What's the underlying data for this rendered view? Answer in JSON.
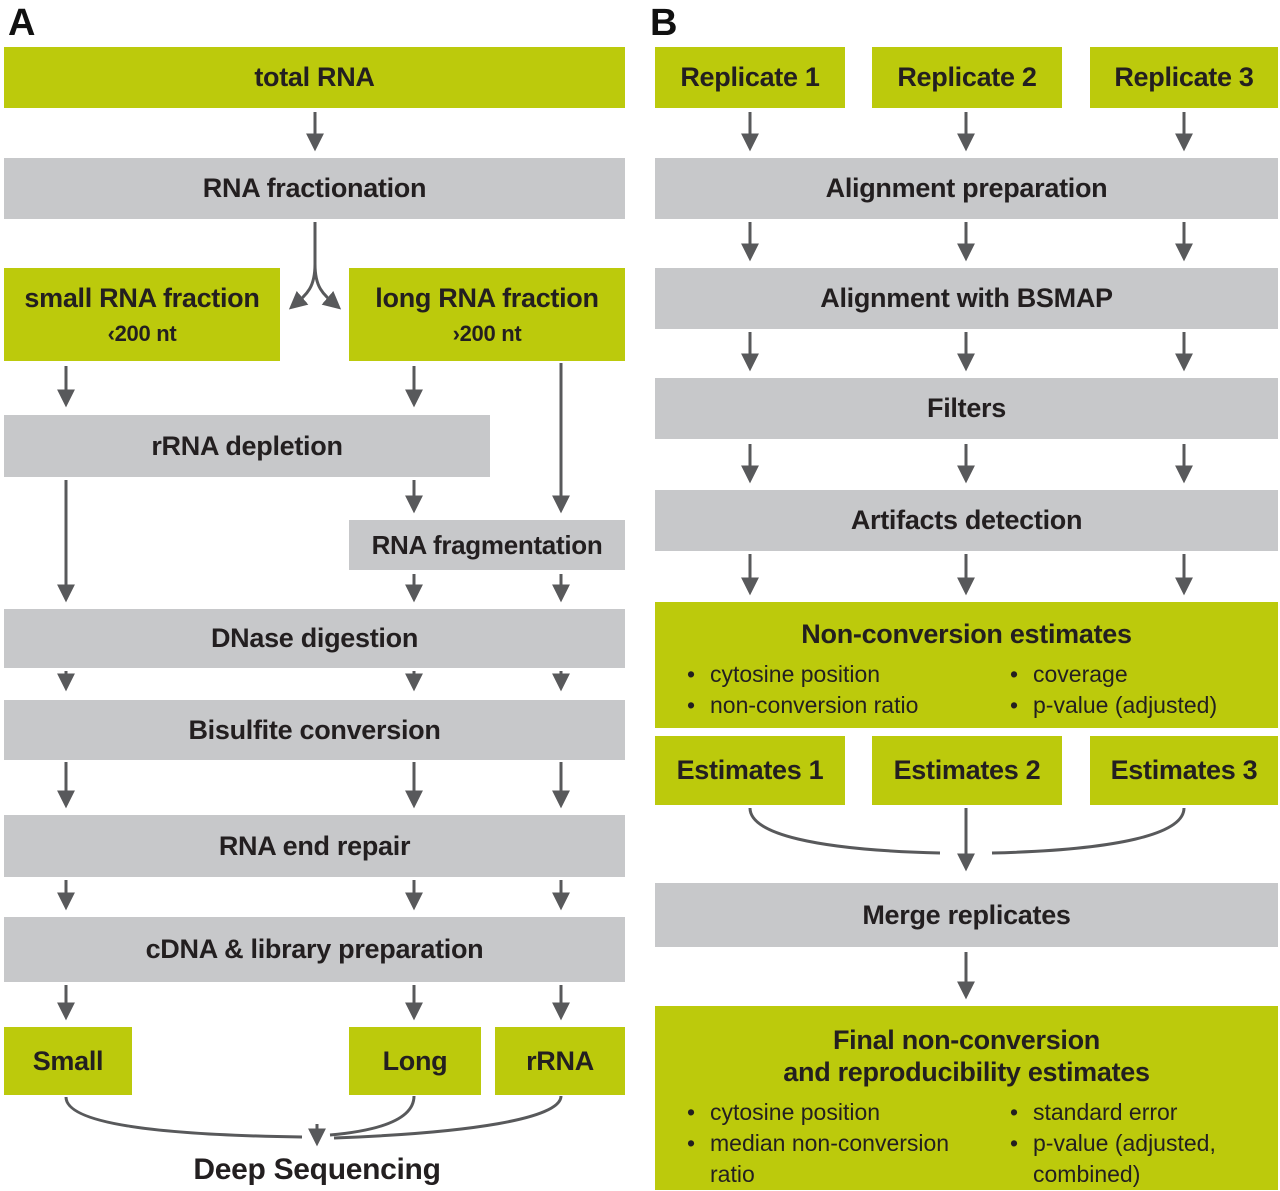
{
  "panelA": {
    "label": "A",
    "total_rna": "total RNA",
    "rna_fractionation": "RNA fractionation",
    "small_fraction_title": "small RNA fraction",
    "small_fraction_subtitle": "‹200 nt",
    "long_fraction_title": "long RNA fraction",
    "long_fraction_subtitle": "›200 nt",
    "rrna_depletion": "rRNA depletion",
    "rna_fragmentation": "RNA fragmentation",
    "dnase_digestion": "DNase digestion",
    "bisulfite_conversion": "Bisulfite conversion",
    "rna_end_repair": "RNA end repair",
    "cdna_library_preparation": "cDNA & library preparation",
    "output_small": "Small",
    "output_long": "Long",
    "output_rrna": "rRNA",
    "deep_sequencing": "Deep Sequencing"
  },
  "panelB": {
    "label": "B",
    "replicates": [
      "Replicate 1",
      "Replicate 2",
      "Replicate 3"
    ],
    "alignment_preparation": "Alignment preparation",
    "alignment_with_bsmap": "Alignment with BSMAP",
    "filters": "Filters",
    "artifacts_detection": "Artifacts detection",
    "non_conversion_estimates": {
      "title": "Non-conversion estimates",
      "bullets_left": [
        "cytosine position",
        "non-conversion ratio"
      ],
      "bullets_right": [
        "coverage",
        "p-value (adjusted)"
      ]
    },
    "estimates": [
      "Estimates 1",
      "Estimates 2",
      "Estimates 3"
    ],
    "merge_replicates": "Merge replicates",
    "final_estimates": {
      "title_lines": [
        "Final non-conversion",
        "and reproducibility estimates"
      ],
      "bullets_left": [
        "cytosine position",
        "median non-conversion ratio"
      ],
      "bullets_right": [
        "standard error",
        "p-value (adjusted, combined)"
      ]
    }
  },
  "ui": {
    "bullet": "•"
  },
  "colors": {
    "node_green": "#bcca0c",
    "node_gray": "#c7c8ca",
    "arrow_gray": "#58595b",
    "text_dark": "#231f20",
    "background": "#ffffff"
  }
}
